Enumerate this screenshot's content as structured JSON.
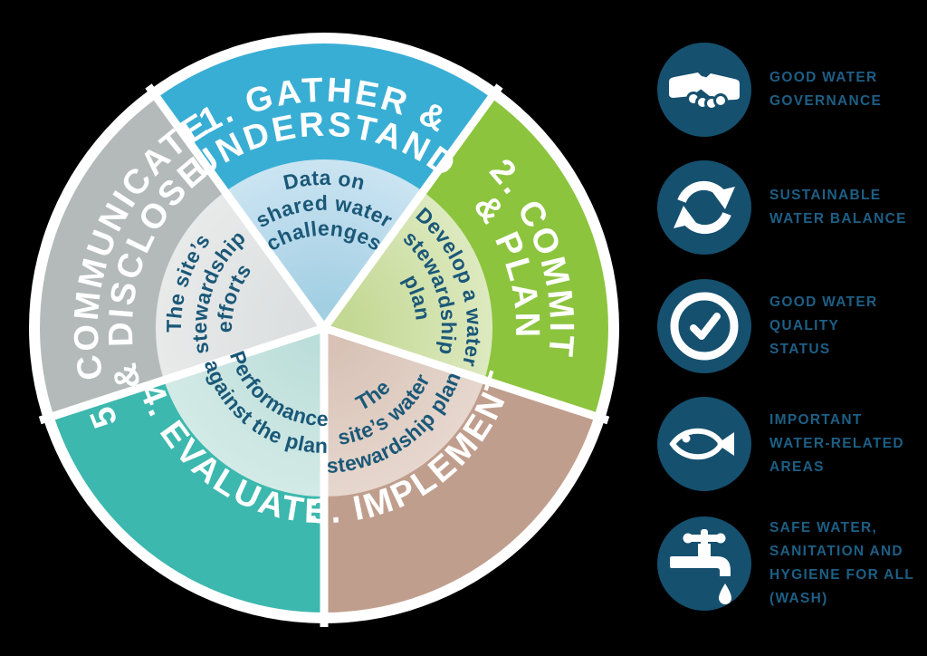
{
  "background_color": "#000000",
  "text_color_dark": "#1b5878",
  "wheel": {
    "segments": [
      {
        "name": "gather-understand",
        "outer_color": "#39aed4",
        "inner_center_color": "#a3cfe3",
        "inner_edge_color": "#cbe4f2",
        "label_line1": "1. GATHER &",
        "label_line2": "UNDERSTAND",
        "inner_text_lines": [
          "Data on",
          "shared water",
          "challenges"
        ]
      },
      {
        "name": "commit-plan",
        "outer_color": "#8cc43e",
        "inner_center_color": "#c3d893",
        "inner_edge_color": "#dde9bf",
        "label_line1": "2. COMMIT",
        "label_line2": "& PLAN",
        "inner_text_lines": [
          "Develop a water",
          "stewardship",
          "plan"
        ]
      },
      {
        "name": "implement",
        "outer_color": "#c09e8d",
        "inner_center_color": "#d8c2b6",
        "inner_edge_color": "#e6d7ce",
        "label_line1": "3. IMPLEMENT",
        "inner_text_lines": [
          "The",
          "site’s water",
          "stewardship plan"
        ]
      },
      {
        "name": "evaluate",
        "outer_color": "#3cb8ae",
        "inner_center_color": "#bcdeda",
        "inner_edge_color": "#d3eae6",
        "label_line1": "4. EVALUATE",
        "inner_text_lines": [
          "Performance",
          "against the plan"
        ]
      },
      {
        "name": "communicate-disclose",
        "outer_color": "#b3bab9",
        "inner_center_color": "#dcdfdf",
        "inner_edge_color": "#e8eaea",
        "label_line1": "5. COMMUNICATE",
        "label_line2": "& DISCLOSE",
        "inner_text_lines": [
          "The site’s",
          "stewardship",
          "efforts"
        ]
      }
    ]
  },
  "right_panel": {
    "icon_circle_color": "#15506f",
    "label_color": "#1d5f85",
    "items": [
      {
        "icon": "handshake-icon",
        "label": "GOOD WATER\nGOVERNANCE"
      },
      {
        "icon": "cycle-arrows-icon",
        "label": "SUSTAINABLE\nWATER BALANCE"
      },
      {
        "icon": "quality-check-icon",
        "label": "GOOD WATER\nQUALITY\nSTATUS"
      },
      {
        "icon": "fish-icon",
        "label": "IMPORTANT\nWATER-RELATED\nAREAS"
      },
      {
        "icon": "water-tap-icon",
        "label": "SAFE WATER,\nSANITATION AND\nHYGIENE FOR ALL\n(WASH)"
      }
    ]
  }
}
